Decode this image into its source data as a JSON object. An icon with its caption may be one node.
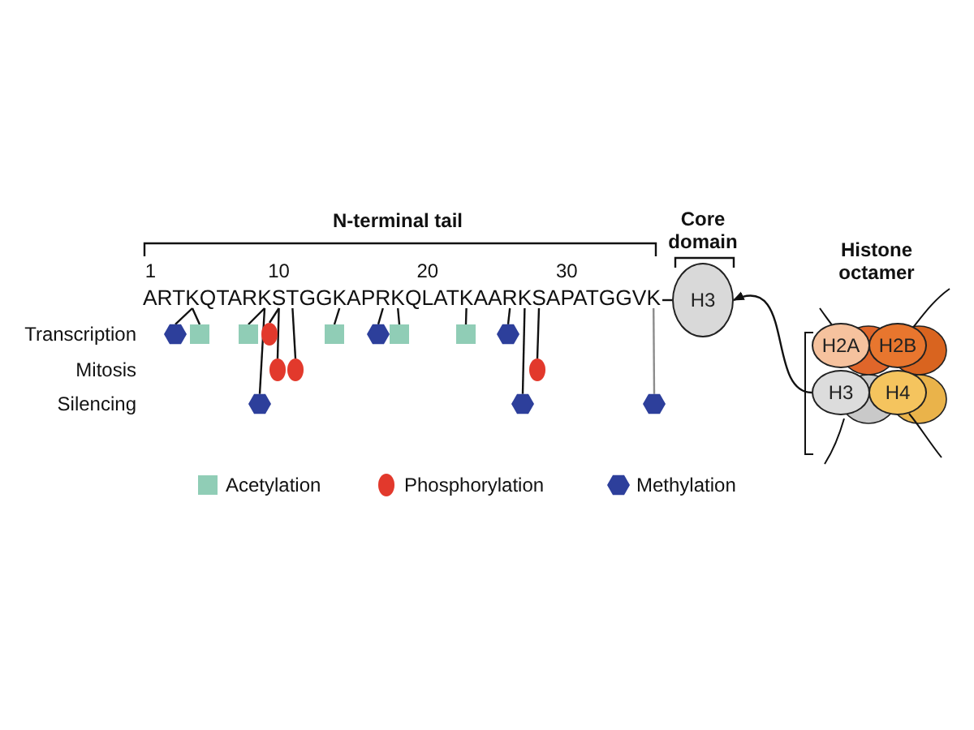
{
  "diagram": {
    "nodes": [
      {
        "text": [
          "ARTKQTARKSTGGKAPRKQLATKAARKSAPATGGVK"
        ]
      },
      {
        "text": [
          "H3"
        ]
      },
      {
        "text": [
          "H2A"
        ]
      },
      {
        "text": [
          "H2B"
        ]
      },
      {
        "text": [
          "H3"
        ]
      },
      {
        "text": [
          "H4"
        ]
      },
      {
        "text": [],
        "shape": "hexagon"
      },
      {
        "text": [],
        "shape": "box"
      },
      {
        "text": [],
        "shape": "box"
      },
      {
        "text": [],
        "shape": "circle"
      },
      {
        "text": [],
        "shape": "box"
      },
      {
        "text": [],
        "shape": "hexagon"
      },
      {
        "text": [],
        "shape": "box"
      },
      {
        "text": [],
        "shape": "box"
      },
      {
        "text": [],
        "shape": "hexagon"
      },
      {
        "text": [],
        "shape": "circle"
      },
      {
        "text": [],
        "shape": "circle"
      },
      {
        "text": [],
        "shape": "circle"
      },
      {
        "text": [],
        "shape": "hexagon"
      },
      {
        "text": [],
        "shape": "hexagon"
      },
      {
        "text": [],
        "shape": "hexagon"
      }
    ],
    "edges": [
      {
        "from": 6,
        "to": 0,
        "arrow": "none"
      },
      {
        "from": 7,
        "to": 0,
        "arrow": "none"
      },
      {
        "from": 8,
        "to": 0,
        "arrow": "none"
      },
      {
        "from": 9,
        "to": 0,
        "arrow": "none"
      },
      {
        "from": 10,
        "to": 0,
        "arrow": "none"
      },
      {
        "from": 11,
        "to": 0,
        "arrow": "none"
      },
      {
        "from": 12,
        "to": 0,
        "arrow": "none"
      },
      {
        "from": 13,
        "to": 0,
        "arrow": "none"
      },
      {
        "from": 14,
        "to": 0,
        "arrow": "none"
      },
      {
        "from": 15,
        "to": 0,
        "arrow": "none"
      },
      {
        "from": 16,
        "to": 0,
        "arrow": "none"
      },
      {
        "from": 17,
        "to": 0,
        "arrow": "none"
      },
      {
        "from": 18,
        "to": 0,
        "arrow": "none"
      },
      {
        "from": 19,
        "to": 0,
        "arrow": "none"
      },
      {
        "from": 20,
        "to": 0,
        "arrow": "none",
        "color": "#8c8c8c"
      },
      {
        "from": 0,
        "to": 1,
        "arrow": "none"
      },
      {
        "from": 4,
        "to": 1,
        "arrow": "to"
      }
    ],
    "labels": [
      "N-terminal tail",
      "Core domain",
      "1",
      "10",
      "20",
      "30",
      "Histone octamer",
      "Transcription",
      "Mitosis",
      "Silencing"
    ],
    "legend": [
      {
        "text": "Acetylation",
        "color": "#90cdb6"
      },
      {
        "text": "Phosphorylation",
        "color": "#e2392c"
      },
      {
        "text": "Methylation",
        "color": "#2d3f9b"
      }
    ]
  }
}
